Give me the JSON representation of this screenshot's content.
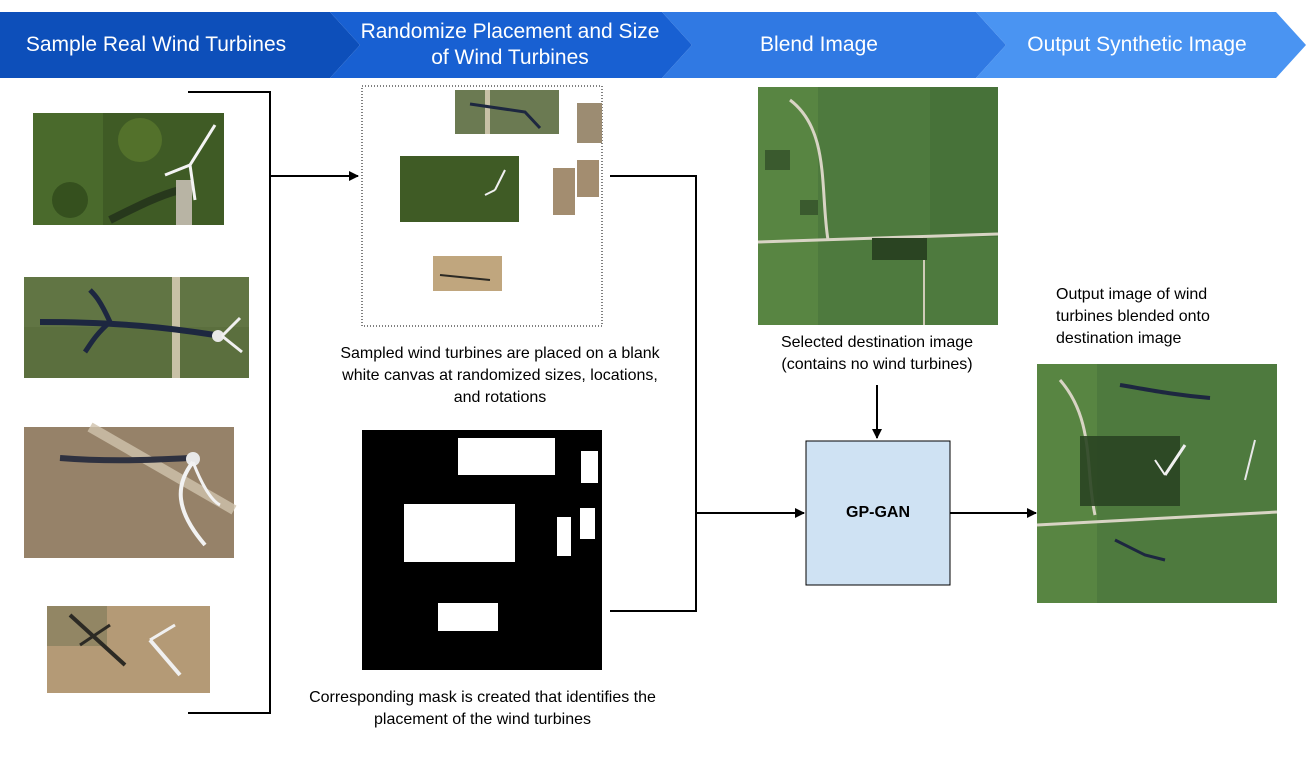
{
  "steps": [
    {
      "label": "Sample Real Wind Turbines"
    },
    {
      "label": "Randomize Placement and Size of Wind Turbines"
    },
    {
      "label": "Blend Image"
    },
    {
      "label": "Output Synthetic Image"
    }
  ],
  "captions": {
    "canvas": "Sampled wind turbines are placed on a blank white canvas at randomized sizes, locations, and rotations",
    "mask": "Corresponding mask is created that identifies the placement of the wind turbines",
    "destination": "Selected destination image (contains no wind turbines)",
    "output": "Output image of wind turbines blended onto destination image"
  },
  "model": {
    "label": "GP-GAN"
  },
  "colors": {
    "banner_dark": "#0b4db8",
    "banner_light": "#4a94f2",
    "model_fill": "#cfe2f3",
    "forest": "#3f5b25",
    "grass": "#5b6f3e",
    "field": "#4e7a3e",
    "dirt": "#b49a76",
    "mask": "#000000"
  }
}
